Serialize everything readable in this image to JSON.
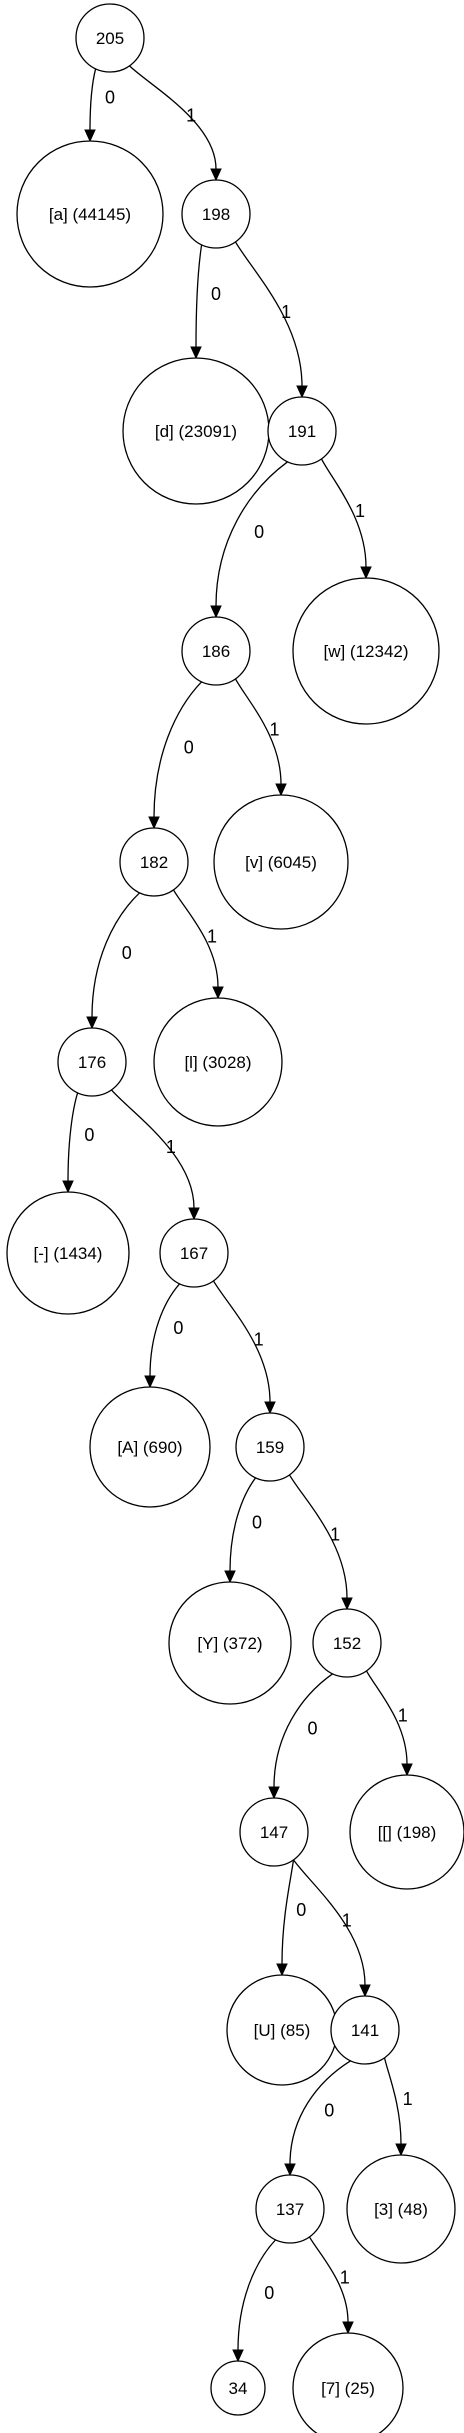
{
  "nodes": [
    {
      "id": "n205",
      "label": "205"
    },
    {
      "id": "na",
      "label": "[a] (44145)"
    },
    {
      "id": "n198",
      "label": "198"
    },
    {
      "id": "nd",
      "label": "[d] (23091)"
    },
    {
      "id": "n191",
      "label": "191"
    },
    {
      "id": "n186",
      "label": "186"
    },
    {
      "id": "nw",
      "label": "[w] (12342)"
    },
    {
      "id": "n182",
      "label": "182"
    },
    {
      "id": "nv",
      "label": "[v] (6045)"
    },
    {
      "id": "n176",
      "label": "176"
    },
    {
      "id": "nl",
      "label": "[l] (3028)"
    },
    {
      "id": "ndash",
      "label": "[-] (1434)"
    },
    {
      "id": "n167",
      "label": "167"
    },
    {
      "id": "nA",
      "label": "[A] (690)"
    },
    {
      "id": "n159",
      "label": "159"
    },
    {
      "id": "nY",
      "label": "[Y] (372)"
    },
    {
      "id": "n152",
      "label": "152"
    },
    {
      "id": "n147",
      "label": "147"
    },
    {
      "id": "nbr",
      "label": "[[] (198)"
    },
    {
      "id": "nU",
      "label": "[U] (85)"
    },
    {
      "id": "n141",
      "label": "141"
    },
    {
      "id": "n137",
      "label": "137"
    },
    {
      "id": "n3",
      "label": "[3] (48)"
    },
    {
      "id": "n34",
      "label": "34"
    },
    {
      "id": "n7",
      "label": "[7] (25)"
    }
  ],
  "edges": [
    {
      "from": "n205",
      "to": "na",
      "label": "0"
    },
    {
      "from": "n205",
      "to": "n198",
      "label": "1"
    },
    {
      "from": "n198",
      "to": "nd",
      "label": "0"
    },
    {
      "from": "n198",
      "to": "n191",
      "label": "1"
    },
    {
      "from": "n191",
      "to": "n186",
      "label": "0"
    },
    {
      "from": "n191",
      "to": "nw",
      "label": "1"
    },
    {
      "from": "n186",
      "to": "n182",
      "label": "0"
    },
    {
      "from": "n186",
      "to": "nv",
      "label": "1"
    },
    {
      "from": "n182",
      "to": "n176",
      "label": "0"
    },
    {
      "from": "n182",
      "to": "nl",
      "label": "1"
    },
    {
      "from": "n176",
      "to": "ndash",
      "label": "0"
    },
    {
      "from": "n176",
      "to": "n167",
      "label": "1"
    },
    {
      "from": "n167",
      "to": "nA",
      "label": "0"
    },
    {
      "from": "n167",
      "to": "n159",
      "label": "1"
    },
    {
      "from": "n159",
      "to": "nY",
      "label": "0"
    },
    {
      "from": "n159",
      "to": "n152",
      "label": "1"
    },
    {
      "from": "n152",
      "to": "n147",
      "label": "0"
    },
    {
      "from": "n152",
      "to": "nbr",
      "label": "1"
    },
    {
      "from": "n147",
      "to": "nU",
      "label": "0"
    },
    {
      "from": "n147",
      "to": "n141",
      "label": "1"
    },
    {
      "from": "n141",
      "to": "n137",
      "label": "0"
    },
    {
      "from": "n141",
      "to": "n3",
      "label": "1"
    },
    {
      "from": "n137",
      "to": "n34",
      "label": "0"
    },
    {
      "from": "n137",
      "to": "n7",
      "label": "1"
    }
  ]
}
